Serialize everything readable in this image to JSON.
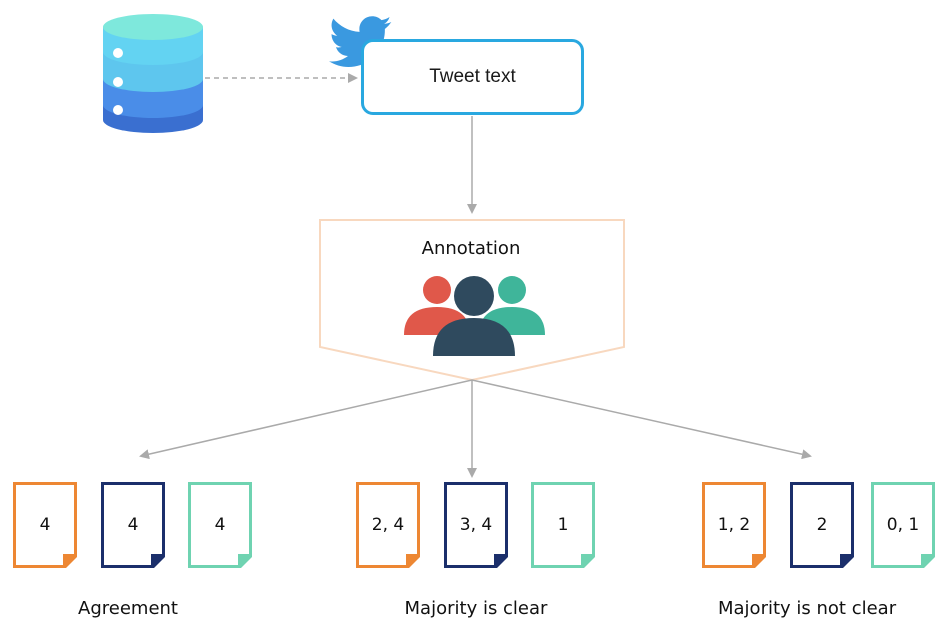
{
  "tweet_box": {
    "label": "Tweet text"
  },
  "annotation": {
    "label": "Annotation"
  },
  "groups": [
    {
      "label": "Agreement",
      "docs": [
        "4",
        "4",
        "4"
      ]
    },
    {
      "label": "Majority is clear",
      "docs": [
        "2, 4",
        "3, 4",
        "1"
      ]
    },
    {
      "label": "Majority is not clear",
      "docs": [
        "1, 2",
        "2",
        "0, 1"
      ]
    }
  ],
  "colors": {
    "tweet_border": "#29a8e0",
    "annotation_border": "#f8d8bf",
    "arrow": "#aaaaaa",
    "doc_orange": "#ed8733",
    "doc_navy": "#1b2f6b",
    "doc_teal": "#6fd3b1",
    "person_red": "#e0584a",
    "person_dark": "#2f4a5e",
    "person_teal": "#3fb59a"
  },
  "icons": [
    "database-icon",
    "twitter-bird-icon",
    "people-group-icon"
  ]
}
